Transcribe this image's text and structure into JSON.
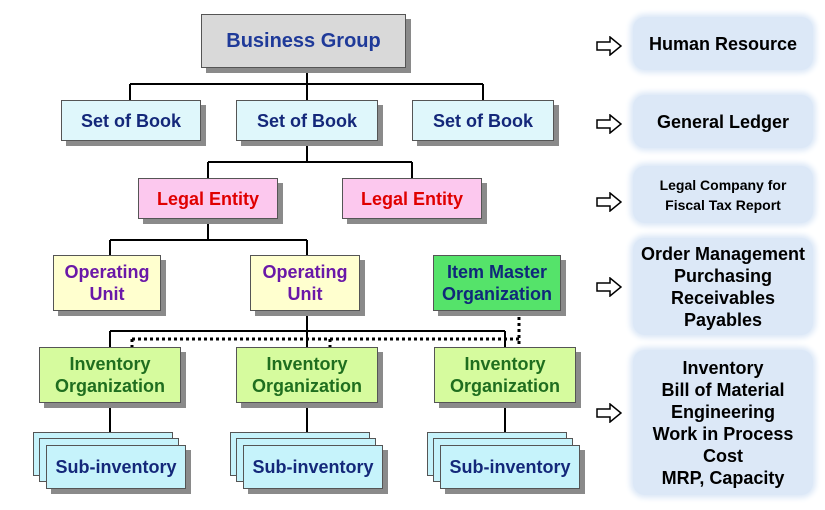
{
  "business_group": "Business Group",
  "sets_of_books": [
    "Set of Book",
    "Set of Book",
    "Set of Book"
  ],
  "legal_entities": [
    "Legal Entity",
    "Legal Entity"
  ],
  "operating_units": [
    "Operating Unit",
    "Operating Unit"
  ],
  "item_master": "Item Master Organization",
  "inventory_orgs": [
    "Inventory Organization",
    "Inventory Organization",
    "Inventory Organization"
  ],
  "sub_inventories": [
    "Sub-inventory",
    "Sub-inventory",
    "Sub-inventory"
  ],
  "panels": {
    "human_resource": "Human Resource",
    "general_ledger": "General Ledger",
    "legal_company": [
      "Legal Company for",
      "Fiscal Tax Report"
    ],
    "order_mgmt": [
      "Order Management",
      "Purchasing",
      "Receivables",
      "Payables"
    ],
    "inventory": [
      "Inventory",
      "Bill of Material",
      "Engineering",
      "Work in Process",
      "Cost",
      "MRP, Capacity"
    ]
  },
  "colors": {
    "business_group": "#d9d9d9",
    "set_of_book": "#dff7fb",
    "legal_entity": "#fcc8ee",
    "operating_unit": "#ffffcf",
    "item_master": "#55e36a",
    "inventory_org": "#d6fb9e",
    "sub_inventory": "#c6f3fb",
    "panel": "#dce8f7"
  }
}
